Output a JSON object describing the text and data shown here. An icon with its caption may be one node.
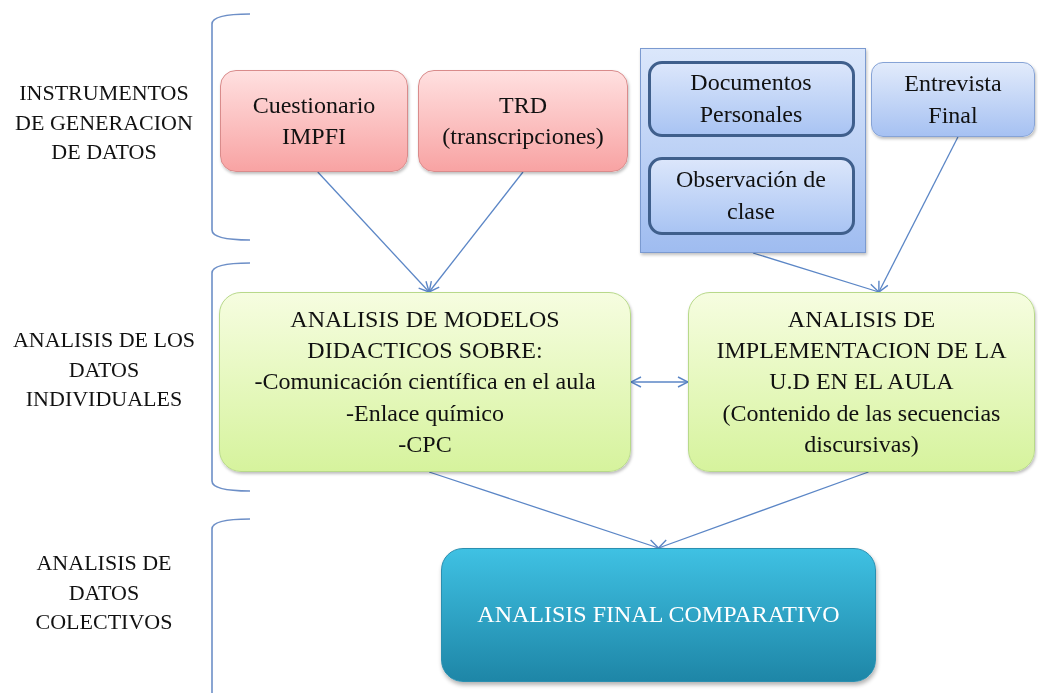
{
  "diagram": {
    "nodes": [
      {
        "text": [
          "Cuestionario IMPFI"
        ]
      },
      {
        "text": [
          "TRD (transcripciones)"
        ]
      },
      {
        "text": [],
        "shape": "box"
      },
      {
        "text": [
          "Documentos Personales"
        ],
        "in": 2
      },
      {
        "text": [
          "Observación de clase"
        ],
        "in": 2
      },
      {
        "text": [
          "Entrevista Final"
        ]
      },
      {
        "text": [
          "ANALISIS DE MODELOS DIDACTICOS SOBRE:",
          "-Comunicación científica en el aula",
          "-Enlace químico",
          "-CPC"
        ]
      },
      {
        "text": [
          "ANALISIS DE IMPLEMENTACION DE LA U.D EN EL AULA",
          "(Contenido de las secuencias discursivas)"
        ]
      },
      {
        "text": [
          "ANALISIS FINAL COMPARATIVO"
        ]
      }
    ],
    "edges": [
      {
        "from": 0,
        "to": 6,
        "arrow": "to"
      },
      {
        "from": 1,
        "to": 6,
        "arrow": "to"
      },
      {
        "from": 2,
        "to": 7,
        "arrow": "to"
      },
      {
        "from": 5,
        "to": 7,
        "arrow": "to"
      },
      {
        "from": 6,
        "to": 7,
        "arrow": "both"
      },
      {
        "from": 6,
        "to": 8,
        "arrow": "to"
      },
      {
        "from": 7,
        "to": 8,
        "arrow": "to"
      }
    ],
    "labels": [
      "INSTRUMENTOS DE GENERACION DE DATOS",
      "ANALISIS DE LOS DATOS INDIVIDUALES",
      "ANALISIS DE DATOS COLECTIVOS"
    ]
  }
}
